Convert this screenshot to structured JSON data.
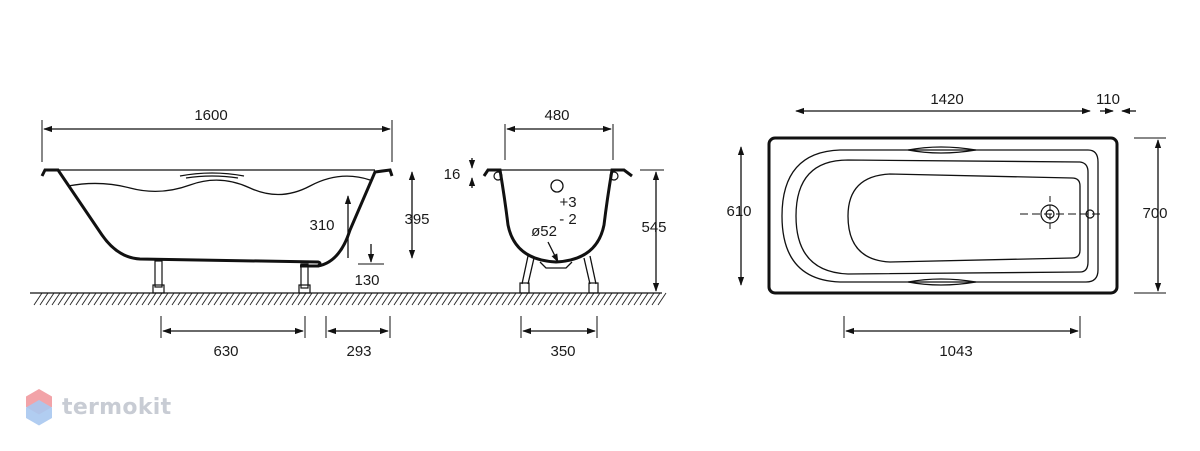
{
  "side_view": {
    "overall_length": "1600",
    "rim_height": "395",
    "depth": "310",
    "gap": "130",
    "legs_spacing": "630",
    "legs_offset": "293"
  },
  "end_view": {
    "width": "480",
    "rim_thickness": "16",
    "height": "545",
    "tolerance_plus": "+3",
    "tolerance_minus": "- 2",
    "drain": "ø52",
    "legs_width": "350"
  },
  "top_view": {
    "inner_length": "1420",
    "edge": "110",
    "width": "610",
    "outer_width": "700",
    "length_bottom": "1043"
  },
  "brand": {
    "name": "termokit",
    "colors": {
      "top": "#f2a3a8",
      "bottom": "#a9c8f0",
      "text": "#c8ccd4"
    }
  }
}
